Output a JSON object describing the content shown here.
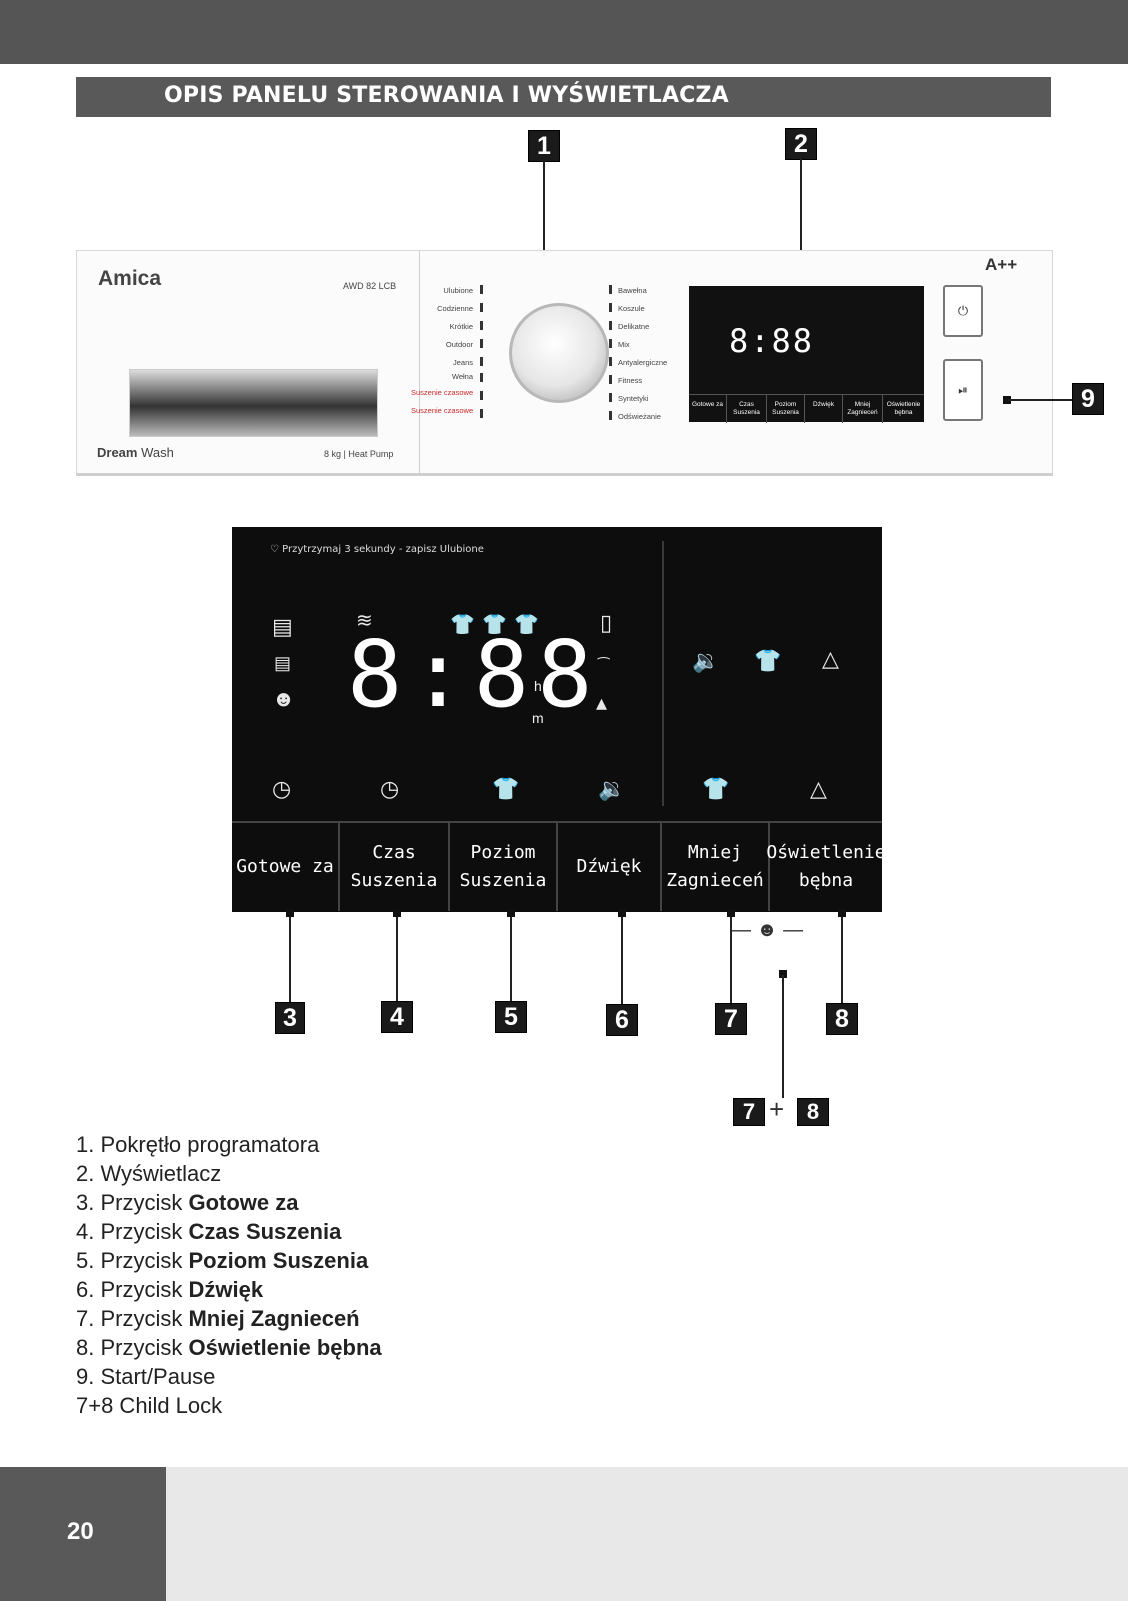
{
  "header": {
    "title": "OPIS PANELU STEROWANIA I WYŚWIETLACZA"
  },
  "machine": {
    "brand": "Amica",
    "model": "AWD 82 LCB",
    "series_bold": "Dream",
    "series_rest": " Wash",
    "capacity": "8 kg | Heat Pump",
    "energy_class": "A++",
    "programs_left": [
      "Ulubione",
      "Codzienne",
      "Krótkie",
      "Outdoor",
      "Jeans",
      "Wełna",
      "Suszenie czasowe",
      "Suszenie czasowe"
    ],
    "programs_right": [
      "Bawełna",
      "Koszule",
      "Delikatne",
      "Mix",
      "Antyalergiczne",
      "Fitness",
      "Syntetyki",
      "Odświeżanie"
    ],
    "mini_digits": "8:88",
    "power_icon": "power-icon",
    "start_icon": "start-pause-icon"
  },
  "display": {
    "hint": "Przytrzymaj 3 sekundy - zapisz Ulubione",
    "digits": "8:88",
    "unit_h": "h",
    "unit_m": "m",
    "buttons": [
      "Gotowe za",
      "Czas Suszenia",
      "Poziom Suszenia",
      "Dźwięk",
      "Mniej Zagnieceń",
      "Oświetlenie bębna"
    ]
  },
  "callouts": [
    "1",
    "2",
    "3",
    "4",
    "5",
    "6",
    "7",
    "8",
    "9",
    "7",
    "8"
  ],
  "legend": [
    {
      "prefix": "1. Pokrętło programatora",
      "bold": ""
    },
    {
      "prefix": "2. Wyświetlacz",
      "bold": ""
    },
    {
      "prefix": "3. Przycisk ",
      "bold": "Gotowe za"
    },
    {
      "prefix": "4. Przycisk ",
      "bold": "Czas Suszenia"
    },
    {
      "prefix": "5. Przycisk ",
      "bold": "Poziom Suszenia"
    },
    {
      "prefix": "6. Przycisk ",
      "bold": "Dźwięk"
    },
    {
      "prefix": "7. Przycisk ",
      "bold": "Mniej Zagnieceń"
    },
    {
      "prefix": "8. Przycisk ",
      "bold": "Oświetlenie bębna"
    },
    {
      "prefix": "9. Start/Pause",
      "bold": ""
    },
    {
      "prefix": "7+8 Child Lock",
      "bold": ""
    }
  ],
  "page_number": "20",
  "plus_sign": "+"
}
